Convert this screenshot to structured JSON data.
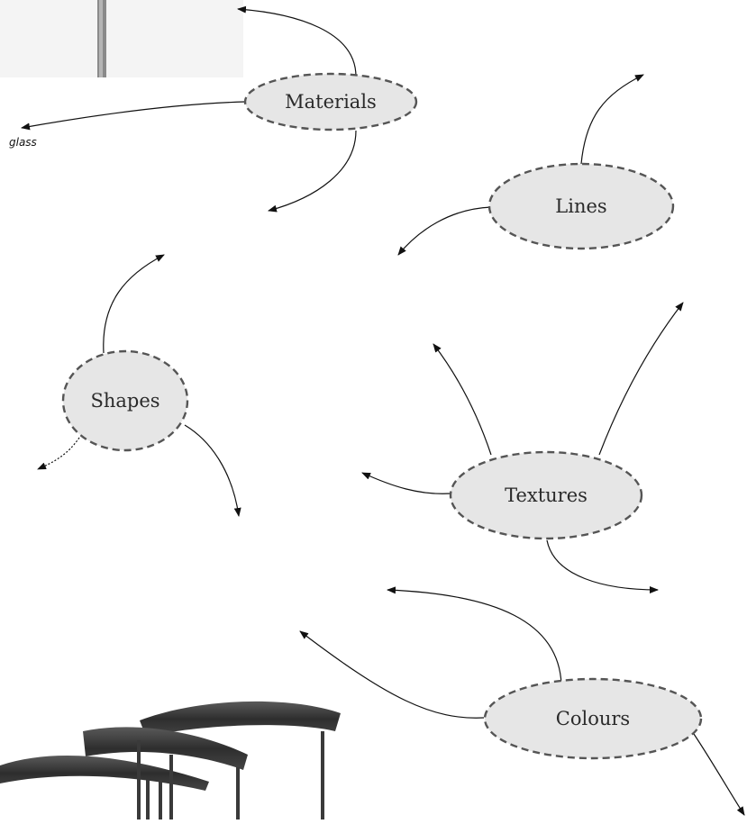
{
  "nodes": {
    "materials": "Materials",
    "lines": "Lines",
    "shapes": "Shapes",
    "textures": "Textures",
    "colours": "Colours"
  },
  "annotations": {
    "glass": "glass"
  },
  "colors": {
    "node_fill": "#e6e6e6",
    "node_stroke": "#555555",
    "arrow": "#111111",
    "furniture": "#3a3a3a"
  }
}
